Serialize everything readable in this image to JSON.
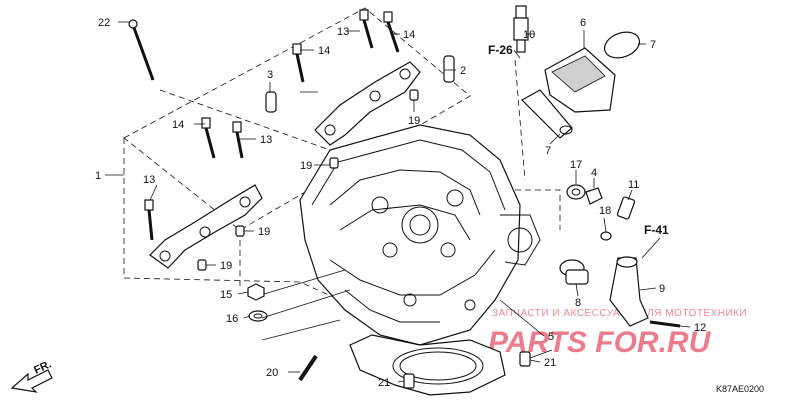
{
  "diagram": {
    "code": "K87AE0200",
    "front_marker": "FR.",
    "refs": {
      "f26": "F-26",
      "f41": "F-41"
    },
    "callouts": {
      "c1": "1",
      "c2": "2",
      "c3": "3",
      "c4": "4",
      "c5": "5",
      "c6": "6",
      "c7a": "7",
      "c7b": "7",
      "c8": "8",
      "c9": "9",
      "c10": "10",
      "c11": "11",
      "c12": "12",
      "c13a": "13",
      "c13b": "13",
      "c13c": "13",
      "c14a": "14",
      "c14b": "14",
      "c14c": "14",
      "c15": "15",
      "c16": "16",
      "c17": "17",
      "c18": "18",
      "c19a": "19",
      "c19b": "19",
      "c19c": "19",
      "c19d": "19",
      "c20": "20",
      "c21a": "21",
      "c21b": "21",
      "c22": "22"
    },
    "watermark": {
      "top": "ЗАПЧАСТИ И АКСЕССУАРЫ ДЛЯ МОТОТЕХНИКИ",
      "brand": "PARTS FOR.RU"
    }
  }
}
